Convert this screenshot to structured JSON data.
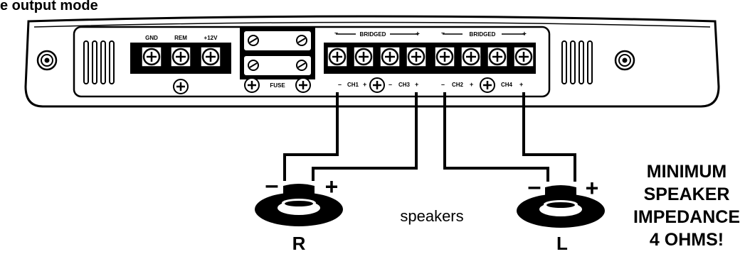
{
  "header": {
    "title_fragment": "e output mode"
  },
  "amplifier": {
    "power_terminals": [
      "GND",
      "REM",
      "+12V"
    ],
    "fuse_label": "FUSE",
    "bridged_labels": [
      "BRIDGED",
      "BRIDGED"
    ],
    "channel_labels": [
      "CH1",
      "CH3",
      "CH2",
      "CH4"
    ],
    "polarity": {
      "minus": "–",
      "plus": "+"
    }
  },
  "wiring": {
    "speakers_caption": "speakers",
    "right_speaker_label": "R",
    "left_speaker_label": "L",
    "minus_sign": "–",
    "plus_sign": "+"
  },
  "notice": {
    "lines": [
      "MINIMUM",
      "SPEAKER",
      "IMPEDANCE",
      "4 OHMS!"
    ]
  },
  "colors": {
    "ink": "#000000",
    "background": "#ffffff"
  }
}
